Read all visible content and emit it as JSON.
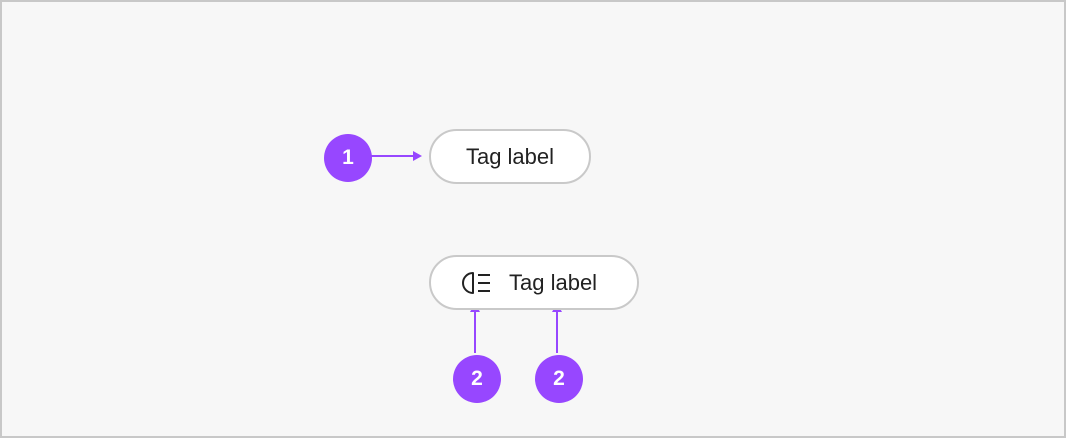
{
  "tags": [
    {
      "label": "Tag label"
    },
    {
      "label": "Tag label",
      "icon": "headlight-icon"
    }
  ],
  "markers": [
    "1",
    "2",
    "2"
  ],
  "colors": {
    "marker": "#9747ff",
    "tag_border": "#c9c9c9",
    "tag_background": "#ffffff",
    "canvas_background": "#f7f7f7"
  }
}
